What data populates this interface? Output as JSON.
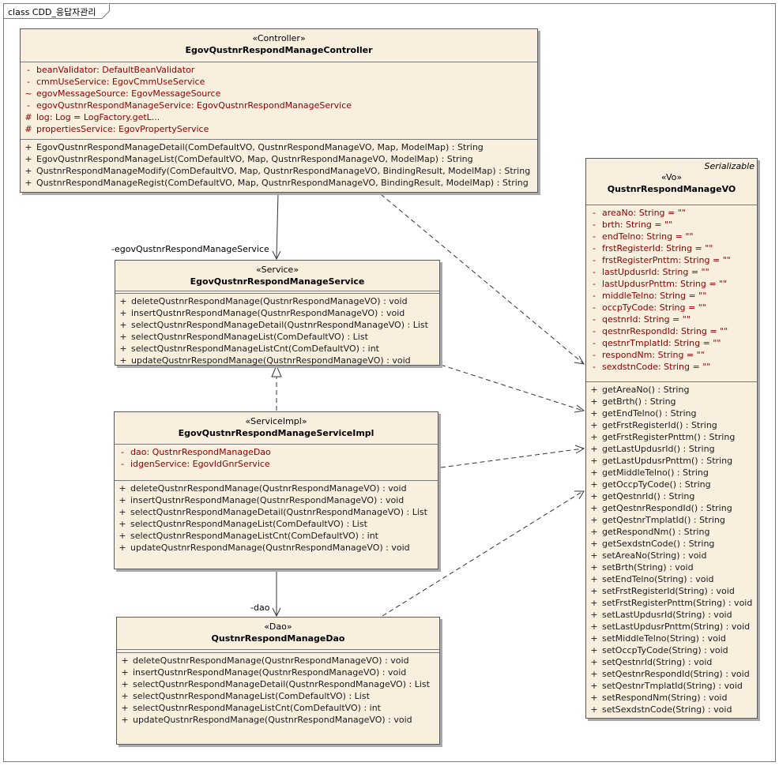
{
  "frame": {
    "title": "class CDD_응답자관리"
  },
  "colors": {
    "class_fill": "#f9efdf",
    "attribute_text": "#8b0000",
    "operation_text": "#1a1a1a"
  },
  "labels": {
    "service_role": "-egovQustnrRespondManageService",
    "dao_role": "-dao"
  },
  "classes": {
    "controller": {
      "stereotype": "«Controller»",
      "name": "EgovQustnrRespondManageController",
      "attributes": [
        {
          "vis": "-",
          "text": "beanValidator:  DefaultBeanValidator"
        },
        {
          "vis": "-",
          "text": "cmmUseService:  EgovCmmUseService"
        },
        {
          "vis": "~",
          "text": "egovMessageSource:  EgovMessageSource"
        },
        {
          "vis": "-",
          "text": "egovQustnrRespondManageService:  EgovQustnrRespondManageService"
        },
        {
          "vis": "#",
          "text": "log:  Log = LogFactory.getL..."
        },
        {
          "vis": "#",
          "text": "propertiesService:  EgovPropertyService"
        }
      ],
      "operations": [
        {
          "vis": "+",
          "text": "EgovQustnrRespondManageDetail(ComDefaultVO, QustnrRespondManageVO, Map, ModelMap) : String"
        },
        {
          "vis": "+",
          "text": "EgovQustnrRespondManageList(ComDefaultVO, Map, QustnrRespondManageVO, ModelMap) : String"
        },
        {
          "vis": "+",
          "text": "QustnrRespondManageModify(ComDefaultVO, Map, QustnrRespondManageVO, BindingResult, ModelMap) : String"
        },
        {
          "vis": "+",
          "text": "QustnrRespondManageRegist(ComDefaultVO, Map, QustnrRespondManageVO, BindingResult, ModelMap) : String"
        }
      ]
    },
    "service": {
      "stereotype": "«Service»",
      "name": "EgovQustnrRespondManageService",
      "operations": [
        {
          "vis": "+",
          "text": "deleteQustnrRespondManage(QustnrRespondManageVO) : void"
        },
        {
          "vis": "+",
          "text": "insertQustnrRespondManage(QustnrRespondManageVO) : void"
        },
        {
          "vis": "+",
          "text": "selectQustnrRespondManageDetail(QustnrRespondManageVO) : List"
        },
        {
          "vis": "+",
          "text": "selectQustnrRespondManageList(ComDefaultVO) : List"
        },
        {
          "vis": "+",
          "text": "selectQustnrRespondManageListCnt(ComDefaultVO) : int"
        },
        {
          "vis": "+",
          "text": "updateQustnrRespondManage(QustnrRespondManageVO) : void"
        }
      ]
    },
    "serviceimpl": {
      "stereotype": "«ServiceImpl»",
      "name": "EgovQustnrRespondManageServiceImpl",
      "attributes": [
        {
          "vis": "-",
          "text": "dao:  QustnrRespondManageDao"
        },
        {
          "vis": "-",
          "text": "idgenService:  EgovIdGnrService"
        }
      ],
      "operations": [
        {
          "vis": "+",
          "text": "deleteQustnrRespondManage(QustnrRespondManageVO) : void"
        },
        {
          "vis": "+",
          "text": "insertQustnrRespondManage(QustnrRespondManageVO) : void"
        },
        {
          "vis": "+",
          "text": "selectQustnrRespondManageDetail(QustnrRespondManageVO) : List"
        },
        {
          "vis": "+",
          "text": "selectQustnrRespondManageList(ComDefaultVO) : List"
        },
        {
          "vis": "+",
          "text": "selectQustnrRespondManageListCnt(ComDefaultVO) : int"
        },
        {
          "vis": "+",
          "text": "updateQustnrRespondManage(QustnrRespondManageVO) : void"
        }
      ]
    },
    "dao": {
      "stereotype": "«Dao»",
      "name": "QustnrRespondManageDao",
      "operations": [
        {
          "vis": "+",
          "text": "deleteQustnrRespondManage(QustnrRespondManageVO) : void"
        },
        {
          "vis": "+",
          "text": "insertQustnrRespondManage(QustnrRespondManageVO) : void"
        },
        {
          "vis": "+",
          "text": "selectQustnrRespondManageDetail(QustnrRespondManageVO) : List"
        },
        {
          "vis": "+",
          "text": "selectQustnrRespondManageList(ComDefaultVO) : List"
        },
        {
          "vis": "+",
          "text": "selectQustnrRespondManageListCnt(ComDefaultVO) : int"
        },
        {
          "vis": "+",
          "text": "updateQustnrRespondManage(QustnrRespondManageVO) : void"
        }
      ]
    },
    "vo": {
      "interface_tag": "Serializable",
      "stereotype": "«Vo»",
      "name": "QustnrRespondManageVO",
      "attributes": [
        {
          "vis": "-",
          "text": "areaNo:  String = \"\""
        },
        {
          "vis": "-",
          "text": "brth:  String = \"\""
        },
        {
          "vis": "-",
          "text": "endTelno:  String = \"\""
        },
        {
          "vis": "-",
          "text": "frstRegisterId:  String = \"\""
        },
        {
          "vis": "-",
          "text": "frstRegisterPnttm:  String = \"\""
        },
        {
          "vis": "-",
          "text": "lastUpdusrId:  String = \"\""
        },
        {
          "vis": "-",
          "text": "lastUpdusrPnttm:  String = \"\""
        },
        {
          "vis": "-",
          "text": "middleTelno:  String = \"\""
        },
        {
          "vis": "-",
          "text": "occpTyCode:  String = \"\""
        },
        {
          "vis": "-",
          "text": "qestnrId:  String = \"\""
        },
        {
          "vis": "-",
          "text": "qestnrRespondId:  String = \"\""
        },
        {
          "vis": "-",
          "text": "qestnrTmplatId:  String = \"\""
        },
        {
          "vis": "-",
          "text": "respondNm:  String = \"\""
        },
        {
          "vis": "-",
          "text": "sexdstnCode:  String = \"\""
        }
      ],
      "operations": [
        {
          "vis": "+",
          "text": "getAreaNo() : String"
        },
        {
          "vis": "+",
          "text": "getBrth() : String"
        },
        {
          "vis": "+",
          "text": "getEndTelno() : String"
        },
        {
          "vis": "+",
          "text": "getFrstRegisterId() : String"
        },
        {
          "vis": "+",
          "text": "getFrstRegisterPnttm() : String"
        },
        {
          "vis": "+",
          "text": "getLastUpdusrId() : String"
        },
        {
          "vis": "+",
          "text": "getLastUpdusrPnttm() : String"
        },
        {
          "vis": "+",
          "text": "getMiddleTelno() : String"
        },
        {
          "vis": "+",
          "text": "getOccpTyCode() : String"
        },
        {
          "vis": "+",
          "text": "getQestnrId() : String"
        },
        {
          "vis": "+",
          "text": "getQestnrRespondId() : String"
        },
        {
          "vis": "+",
          "text": "getQestnrTmplatId() : String"
        },
        {
          "vis": "+",
          "text": "getRespondNm() : String"
        },
        {
          "vis": "+",
          "text": "getSexdstnCode() : String"
        },
        {
          "vis": "+",
          "text": "setAreaNo(String) : void"
        },
        {
          "vis": "+",
          "text": "setBrth(String) : void"
        },
        {
          "vis": "+",
          "text": "setEndTelno(String) : void"
        },
        {
          "vis": "+",
          "text": "setFrstRegisterId(String) : void"
        },
        {
          "vis": "+",
          "text": "setFrstRegisterPnttm(String) : void"
        },
        {
          "vis": "+",
          "text": "setLastUpdusrId(String) : void"
        },
        {
          "vis": "+",
          "text": "setLastUpdusrPnttm(String) : void"
        },
        {
          "vis": "+",
          "text": "setMiddleTelno(String) : void"
        },
        {
          "vis": "+",
          "text": "setOccpTyCode(String) : void"
        },
        {
          "vis": "+",
          "text": "setQestnrId(String) : void"
        },
        {
          "vis": "+",
          "text": "setQestnrRespondId(String) : void"
        },
        {
          "vis": "+",
          "text": "setQestnrTmplatId(String) : void"
        },
        {
          "vis": "+",
          "text": "setRespondNm(String) : void"
        },
        {
          "vis": "+",
          "text": "setSexdstnCode(String) : void"
        }
      ]
    }
  }
}
